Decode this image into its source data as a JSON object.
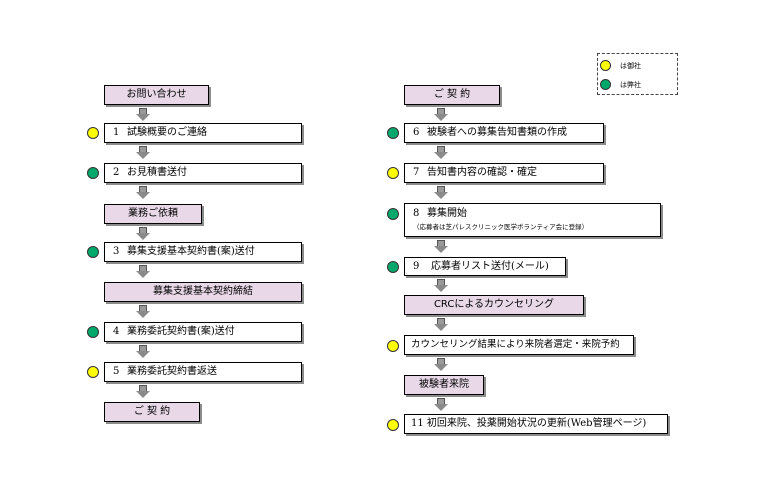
{
  "legend": {
    "items": [
      {
        "color": "#ffff00",
        "label": "は御社"
      },
      {
        "color": "#00a86b",
        "label": "は弊社"
      }
    ]
  },
  "left_flow": {
    "stage_inquiry": "お問い合わせ",
    "step1": {
      "num": "1",
      "label": "試験概要のご連絡"
    },
    "step2": {
      "num": "2",
      "label": "お見積書送付"
    },
    "stage_request": "業務ご依頼",
    "step3": {
      "num": "3",
      "label": "募集支援基本契約書(案)送付"
    },
    "stage_basic_contract": "募集支援基本契約締結",
    "step4": {
      "num": "4",
      "label": "業務委託契約書(案)送付"
    },
    "step5": {
      "num": "5",
      "label": "業務委託契約書返送"
    },
    "stage_contract": "ご 契 約"
  },
  "right_flow": {
    "stage_contract": "ご 契 約",
    "step6": {
      "num": "6",
      "label": "被験者への募集告知書類の作成"
    },
    "step7": {
      "num": "7",
      "label": "告知書内容の確認・確定"
    },
    "step8": {
      "num": "8",
      "label": "募集開始",
      "note": "（応募者は芝パレスクリニック医学ボランティア会に登録）"
    },
    "step9": {
      "num": "9",
      "label": "応募者リスト送付(メール)"
    },
    "stage_counseling": "CRCによるカウンセリング",
    "step10": {
      "label": "カウンセリング結果により来院者選定・来院予約"
    },
    "stage_visit": "被験者来院",
    "step11": {
      "label": "11 初回来院、投薬開始状況の更新(Web管理ページ)"
    }
  }
}
